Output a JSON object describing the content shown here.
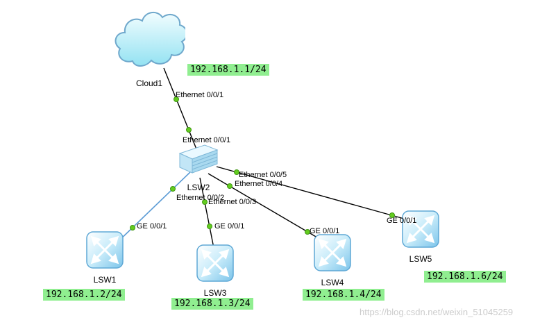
{
  "devices": {
    "cloud1": {
      "label": "Cloud1"
    },
    "lsw2": {
      "label": "LSW2"
    },
    "lsw1": {
      "label": "LSW1"
    },
    "lsw3": {
      "label": "LSW3"
    },
    "lsw4": {
      "label": "LSW4"
    },
    "lsw5": {
      "label": "LSW5"
    }
  },
  "port_labels": {
    "cloud1_eth0_0_1": "Ethernet 0/0/1",
    "lsw2_eth0_0_1": "Ethernet 0/0/1",
    "lsw2_eth0_0_2": "Ethernet 0/0/2",
    "lsw2_eth0_0_3": "Ethernet 0/0/3",
    "lsw2_eth0_0_4": "Ethernet 0/0/4",
    "lsw2_eth0_0_5": "Ethernet 0/0/5",
    "lsw1_ge0_0_1": "GE 0/0/1",
    "lsw3_ge0_0_1": "GE 0/0/1",
    "lsw4_ge0_0_1": "GE 0/0/1",
    "lsw5_ge0_0_1": "GE 0/0/1"
  },
  "ip_labels": {
    "cloud1": "192.168.1.1/24",
    "lsw1": "192.168.1.2/24",
    "lsw3": "192.168.1.3/24",
    "lsw4": "192.168.1.4/24",
    "lsw5": "192.168.1.6/24"
  },
  "watermark": "https://blog.csdn.net/weixin_51045259",
  "colors": {
    "ip_label_background": "#90ee90",
    "link": "#000000",
    "link_lsw2_lsw1": "#5b9bd5",
    "port_up_dot": "#63cc1f",
    "watermark_text": "#cccccc"
  }
}
